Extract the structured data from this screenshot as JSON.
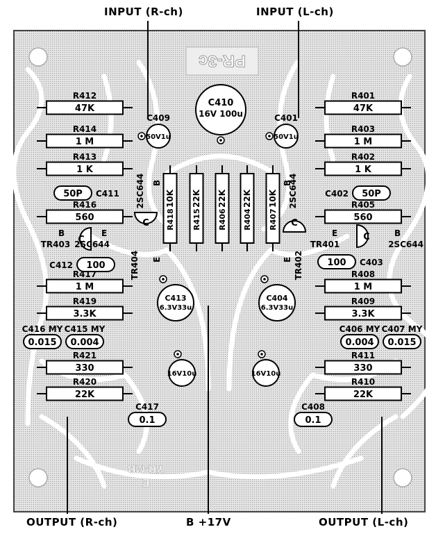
{
  "board": {
    "name": "PR-3c",
    "silk_text": [
      "YR-MB",
      "E"
    ]
  },
  "terminals": {
    "input_r": "INPUT (R-ch)",
    "input_l": "INPUT (L-ch)",
    "output_r": "OUTPUT (R-ch)",
    "output_l": "OUTPUT (L-ch)",
    "supply": "B +17V"
  },
  "resistors": [
    {
      "ref": "R412",
      "value": "47K"
    },
    {
      "ref": "R414",
      "value": "1 M"
    },
    {
      "ref": "R413",
      "value": "1 K"
    },
    {
      "ref": "R416",
      "value": "560"
    },
    {
      "ref": "R417",
      "value": "1 M"
    },
    {
      "ref": "R419",
      "value": "3.3K"
    },
    {
      "ref": "R421",
      "value": "330"
    },
    {
      "ref": "R420",
      "value": "22K"
    },
    {
      "ref": "R401",
      "value": "47K"
    },
    {
      "ref": "R403",
      "value": "1 M"
    },
    {
      "ref": "R402",
      "value": "1 K"
    },
    {
      "ref": "R405",
      "value": "560"
    },
    {
      "ref": "R408",
      "value": "1 M"
    },
    {
      "ref": "R409",
      "value": "3.3K"
    },
    {
      "ref": "R411",
      "value": "330"
    },
    {
      "ref": "R410",
      "value": "22K"
    },
    {
      "ref": "R418",
      "value": "10K"
    },
    {
      "ref": "R415",
      "value": "22K"
    },
    {
      "ref": "R406",
      "value": "22K"
    },
    {
      "ref": "R404",
      "value": "22K"
    },
    {
      "ref": "R407",
      "value": "10K"
    }
  ],
  "electrolytics": [
    {
      "ref": "C409",
      "value": "50V1u"
    },
    {
      "ref": "C401",
      "value": "50V1u"
    },
    {
      "ref": "C410",
      "value": "16V 100u"
    },
    {
      "ref": "C413",
      "value": "6.3V33u"
    },
    {
      "ref": "C404",
      "value": "6.3V33u"
    },
    {
      "ref": "",
      "value": "16V10u"
    },
    {
      "ref": "",
      "value": "16V10u"
    }
  ],
  "film_caps": [
    {
      "ref": "C411",
      "value": "50P"
    },
    {
      "ref": "C402",
      "value": "50P"
    },
    {
      "ref": "C412",
      "value": "100"
    },
    {
      "ref": "C403",
      "value": "100"
    },
    {
      "ref": "C416 MY",
      "value": "0.015"
    },
    {
      "ref": "C415 MY",
      "value": "0.004"
    },
    {
      "ref": "C406 MY",
      "value": "0.004"
    },
    {
      "ref": "C407 MY",
      "value": "0.015"
    },
    {
      "ref": "C417",
      "value": "0.1"
    },
    {
      "ref": "C408",
      "value": "0.1"
    }
  ],
  "transistors": [
    {
      "ref": "TR404",
      "type": "2SC644",
      "pins": [
        "C",
        "B",
        "E"
      ]
    },
    {
      "ref": "TR403",
      "type": "2SC644",
      "pins": [
        "C",
        "B",
        "E"
      ]
    },
    {
      "ref": "TR402",
      "type": "2SC644",
      "pins": [
        "C",
        "B",
        "E"
      ]
    },
    {
      "ref": "TR401",
      "type": "2SC644",
      "pins": [
        "C",
        "E",
        "B"
      ]
    }
  ],
  "colors": {
    "copper": "#dcdcdc",
    "ink": "#000000",
    "board": "#ffffff"
  }
}
